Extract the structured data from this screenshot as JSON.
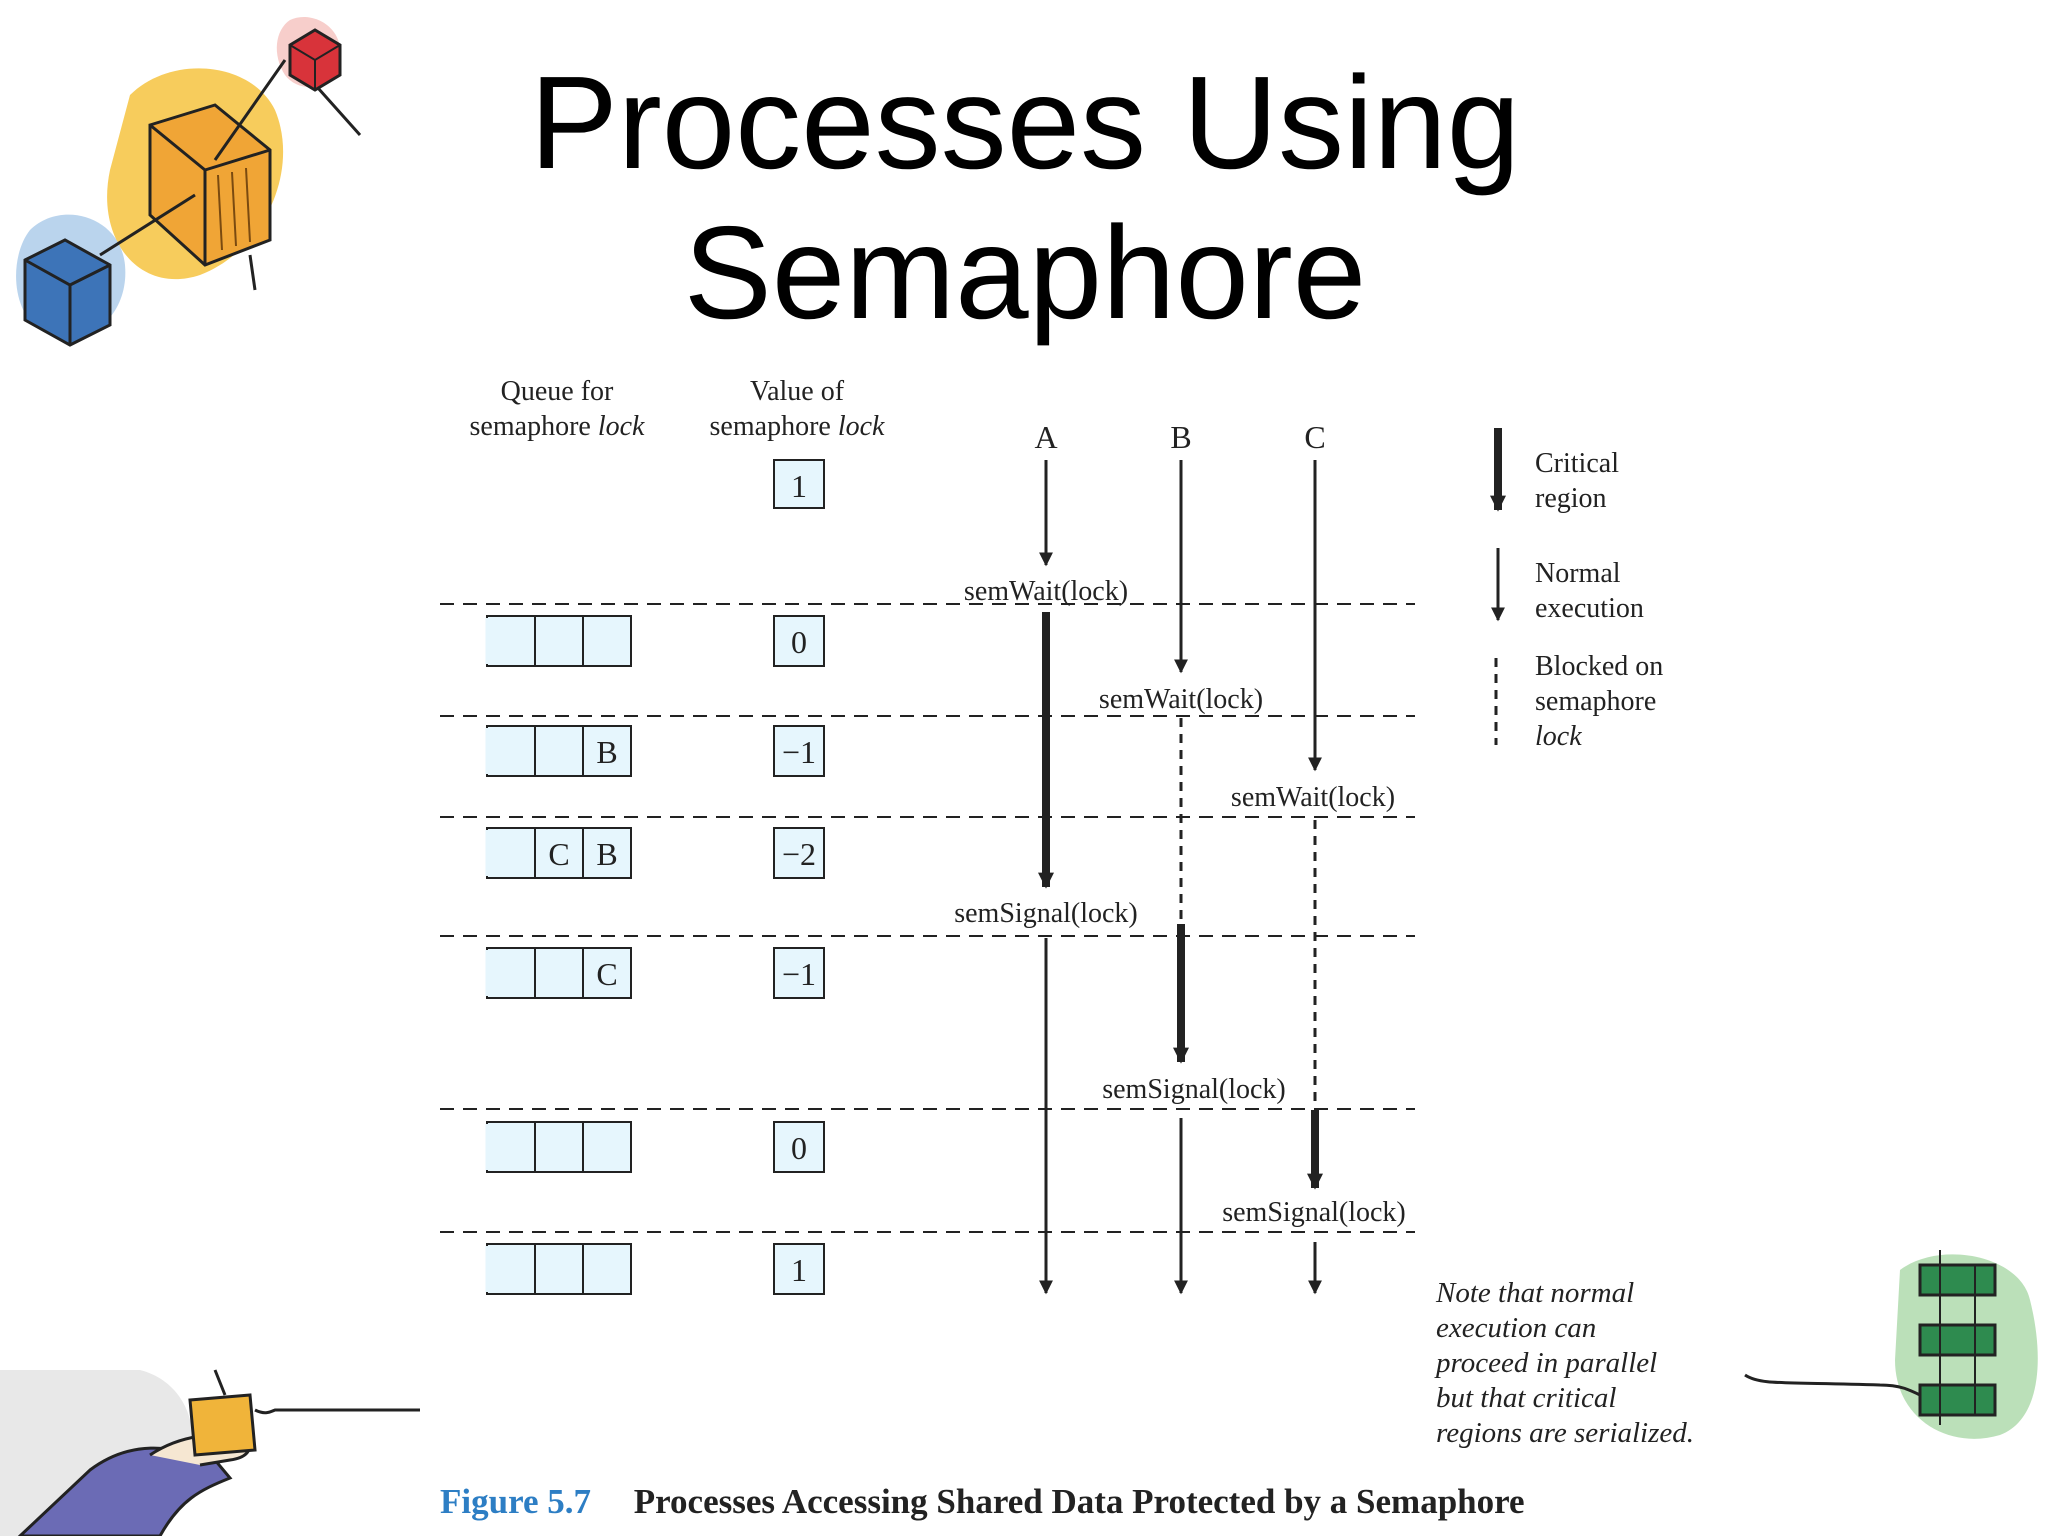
{
  "title": {
    "line1": "Processes Using",
    "line2": "Semaphore"
  },
  "diagram": {
    "queue_header_1": "Queue for",
    "queue_header_2": "semaphore",
    "queue_header_italic": "lock",
    "value_header_1": "Value of",
    "value_header_2": "semaphore",
    "value_header_italic": "lock",
    "processes": [
      "A",
      "B",
      "C"
    ],
    "initial_value": "1",
    "rows": [
      {
        "queue": [
          "",
          "",
          ""
        ],
        "value": "0"
      },
      {
        "queue": [
          "",
          "",
          "B"
        ],
        "value": "−1"
      },
      {
        "queue": [
          "",
          "C",
          "B"
        ],
        "value": "−2"
      },
      {
        "queue": [
          "",
          "",
          "C"
        ],
        "value": "−1"
      },
      {
        "queue": [
          "",
          "",
          ""
        ],
        "value": "0"
      },
      {
        "queue": [
          "",
          "",
          ""
        ],
        "value": "1"
      }
    ],
    "events": [
      "semWait(lock)",
      "semWait(lock)",
      "semWait(lock)",
      "semSignal(lock)",
      "semSignal(lock)",
      "semSignal(lock)"
    ]
  },
  "legend": {
    "critical_1": "Critical",
    "critical_2": "region",
    "normal_1": "Normal",
    "normal_2": "execution",
    "blocked_1": "Blocked on",
    "blocked_2": "semaphore",
    "blocked_3": "lock"
  },
  "note": {
    "line1": "Note that normal",
    "line2": "execution can",
    "line3": "proceed in parallel",
    "line4": "but that critical",
    "line5": "regions are serialized."
  },
  "caption": {
    "figure_number": "Figure 5.7",
    "text": "Processes Accessing Shared Data Protected by a Semaphore"
  },
  "colors": {
    "queue_cell_fill": "#e6f6fd",
    "caption_blue": "#2d7ec4"
  }
}
